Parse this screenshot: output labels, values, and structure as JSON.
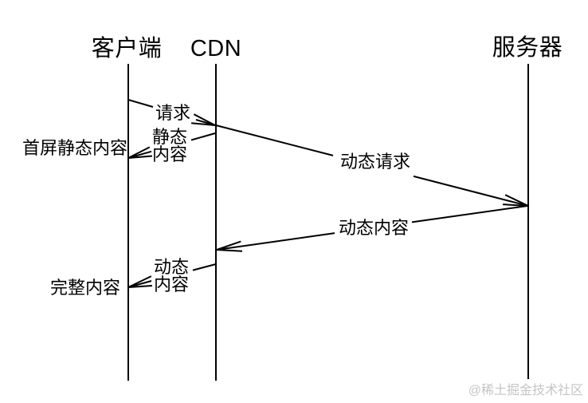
{
  "colors": {
    "line": "#000000",
    "text": "#000000",
    "watermark": "#c5c5c5",
    "background": "#ffffff"
  },
  "actors": {
    "client": "客户端",
    "cdn": "CDN",
    "server": "服务器"
  },
  "messages": {
    "request": "请求",
    "static_content": {
      "line1": "静态",
      "line2": "内容"
    },
    "dynamic_request": "动态请求",
    "dynamic_content": "动态内容",
    "dynamic_content_to_client": {
      "line1": "动态",
      "line2": "内容"
    }
  },
  "annotations": {
    "first_screen_static_content": "首屏静态内容",
    "complete_content": "完整内容"
  },
  "watermark": "@稀土掘金技术社区"
}
